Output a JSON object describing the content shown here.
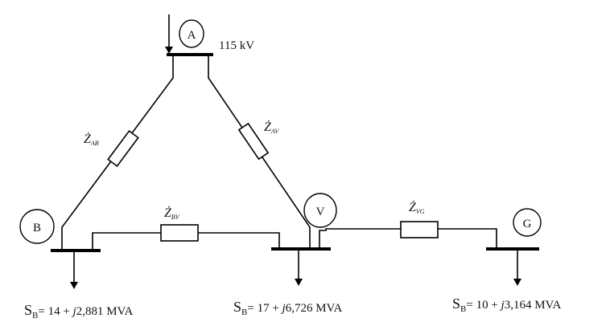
{
  "nodes": {
    "A": {
      "label": "A",
      "voltage": "115  kV"
    },
    "B": {
      "label": "B"
    },
    "V": {
      "label": "V"
    },
    "G": {
      "label": "G"
    }
  },
  "impedances": {
    "AB": {
      "sym": "Ż",
      "sub": "AB"
    },
    "AV": {
      "sym": "Ż",
      "sub": "AV"
    },
    "BV": {
      "sym": "Ż",
      "sub": "BV"
    },
    "VG": {
      "sym": "Ż",
      "sub": "VG"
    }
  },
  "loads": {
    "B": {
      "S": "S",
      "sub": "B",
      "eq": "= 14 + ",
      "j": "j",
      "value": "2,881",
      "unit": " MVA"
    },
    "V": {
      "S": "S",
      "sub": "B",
      "eq": "= 17 + ",
      "j": "j",
      "value": "6,726",
      "unit": " MVA"
    },
    "G": {
      "S": "S",
      "sub": "B",
      "eq": "= 10 + ",
      "j": "j",
      "value": "3,164",
      "unit": " MVA"
    }
  }
}
